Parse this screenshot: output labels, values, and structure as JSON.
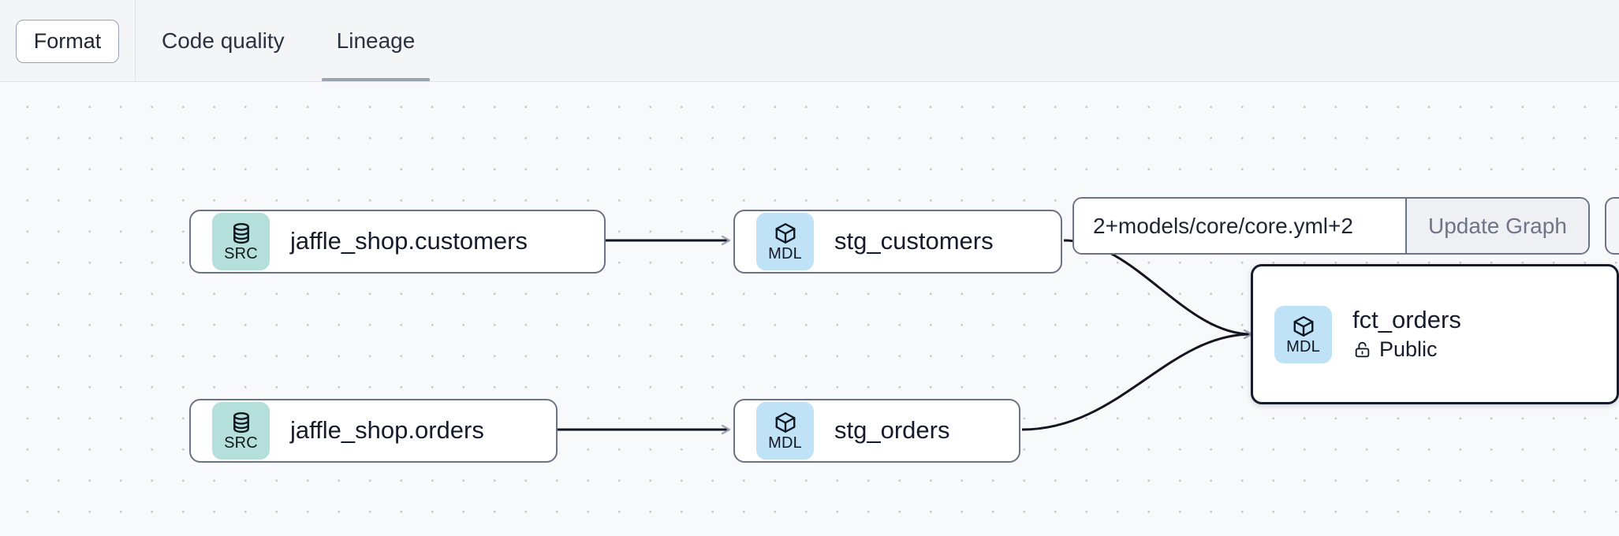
{
  "toolbar": {
    "format_label": "Format",
    "tabs": [
      {
        "label": "Code quality",
        "active": false
      },
      {
        "label": "Lineage",
        "active": true
      }
    ]
  },
  "graph_controls": {
    "selector_value": "2+models/core/core.yml+2",
    "selector_placeholder": "2+models/core/core.yml+2",
    "update_button_label": "Update Graph"
  },
  "lineage": {
    "nodes": [
      {
        "id": "jaffle_shop_customers",
        "title": "jaffle_shop.customers",
        "badge": "SRC",
        "badge_icon": "database-icon",
        "badge_color": "#b5dfdb",
        "selected": false,
        "subtitle": null
      },
      {
        "id": "jaffle_shop_orders",
        "title": "jaffle_shop.orders",
        "badge": "SRC",
        "badge_icon": "database-icon",
        "badge_color": "#b5dfdb",
        "selected": false,
        "subtitle": null
      },
      {
        "id": "stg_customers",
        "title": "stg_customers",
        "badge": "MDL",
        "badge_icon": "cube-icon",
        "badge_color": "#bfe2f7",
        "selected": false,
        "subtitle": null
      },
      {
        "id": "stg_orders",
        "title": "stg_orders",
        "badge": "MDL",
        "badge_icon": "cube-icon",
        "badge_color": "#bfe2f7",
        "selected": false,
        "subtitle": null
      },
      {
        "id": "fct_orders",
        "title": "fct_orders",
        "badge": "MDL",
        "badge_icon": "cube-icon",
        "badge_color": "#bfe2f7",
        "selected": true,
        "subtitle": "Public",
        "subtitle_icon": "unlock-icon"
      }
    ],
    "edges": [
      {
        "from": "jaffle_shop_customers",
        "to": "stg_customers"
      },
      {
        "from": "jaffle_shop_orders",
        "to": "stg_orders"
      },
      {
        "from": "stg_customers",
        "to": "fct_orders"
      },
      {
        "from": "stg_orders",
        "to": "fct_orders"
      }
    ]
  }
}
